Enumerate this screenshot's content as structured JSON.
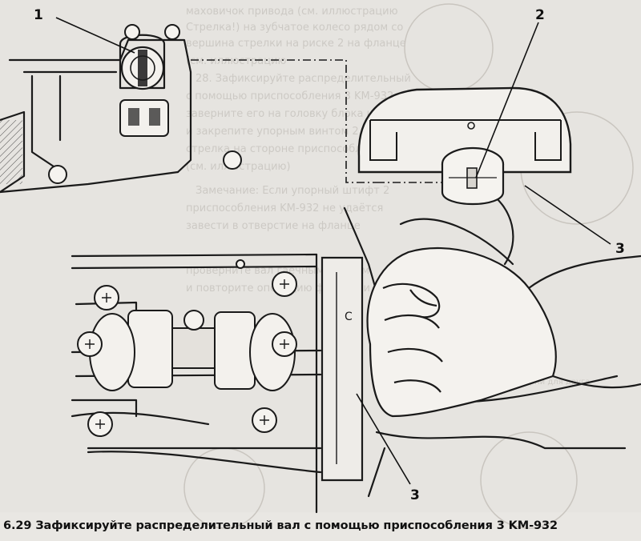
{
  "caption": "6.29 Зафиксируйте распределительный вал с помощью приспособления 3 KM-932",
  "callouts": {
    "c1": "1",
    "c2": "2",
    "c3_right": "3",
    "c3_bottom": "3"
  },
  "tool_marking": "C",
  "bleed_through_text": {
    "line1": "маховичок привода (см. иллюстрацию",
    "line2": "Стрелка!) на зубчатое колесо рядом со",
    "line3": "вершина стрелки на риске 2 на фланце",
    "line4": "(см. иллюстрацию",
    "line5": "28. Зафиксируйте распределительный",
    "line6": "с помощью приспособления 3 KM-932,",
    "line7": "заверните его на головку блока и затяните",
    "line8": "и закрепите упорным винтом 2 как",
    "line9": "стрелка на стороне приспособления",
    "line10": "(см. иллюстрацию)",
    "line11": "Замечание: Если упорный штифт 2",
    "line12": "приспособления KM-932 не удаётся",
    "line13": "завести в отверстие на фланце",
    "line14": "проверните вал гаечным ключом",
    "line15": "и повторите операцию фиксации",
    "right_note": "шестерни для друга"
  }
}
